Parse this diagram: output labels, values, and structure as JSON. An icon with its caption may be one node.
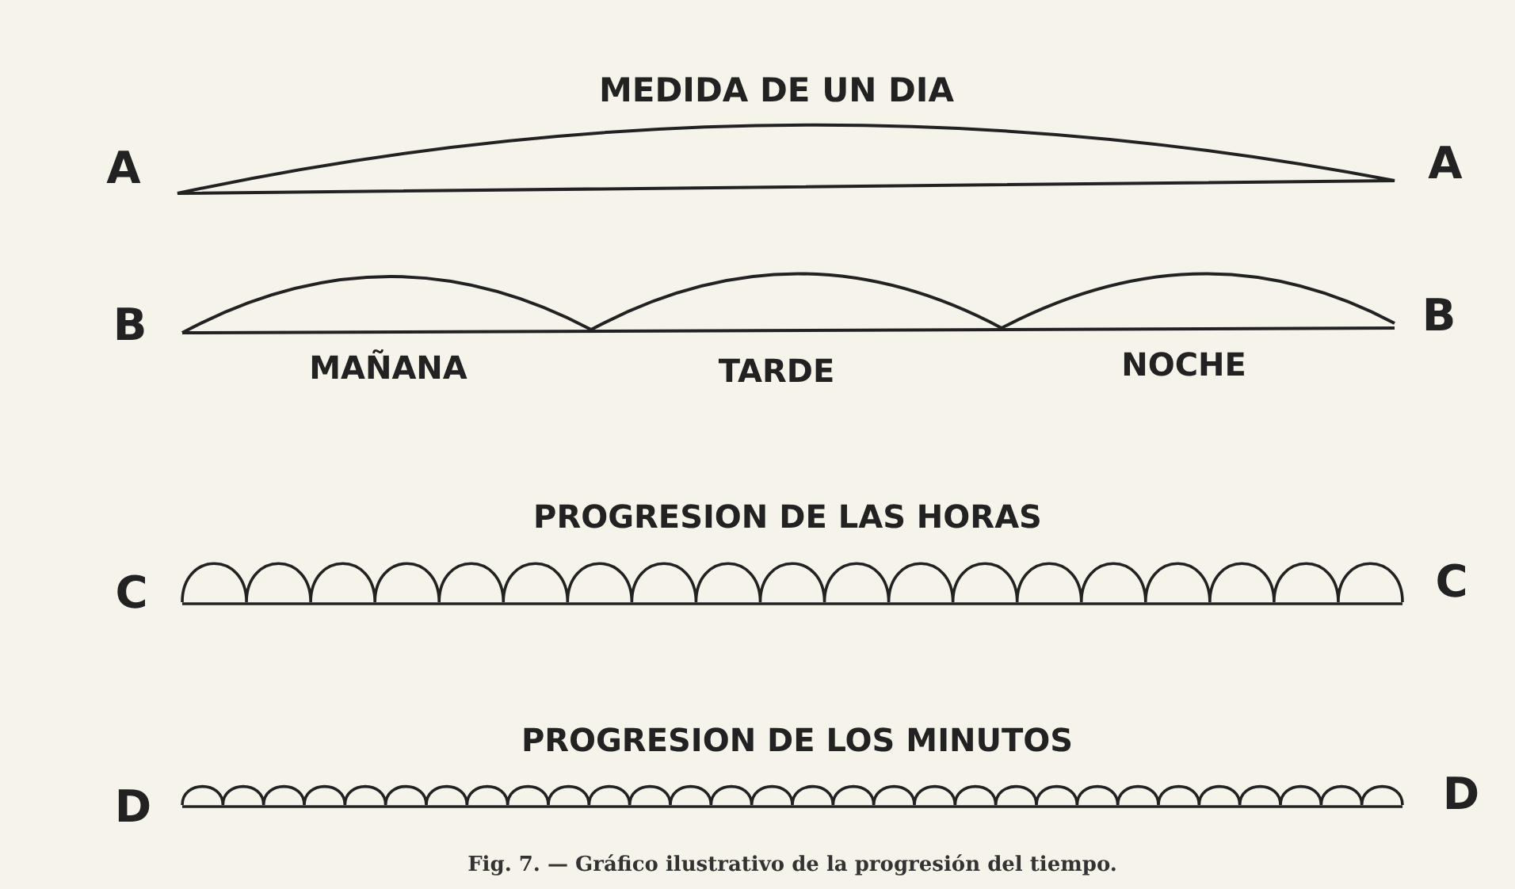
{
  "diagram": {
    "caption": "Fig. 7. — Gráfico ilustrativo de la progresión del tiempo.",
    "labels": [
      "MEDIDA DE UN DIA",
      "A",
      "A",
      "B",
      "B",
      "MAÑANA",
      "TARDE",
      "NOCHE",
      "PROGRESION DE LAS HORAS",
      "C",
      "C",
      "PROGRESION DE LOS MINUTOS",
      "D",
      "D"
    ]
  }
}
